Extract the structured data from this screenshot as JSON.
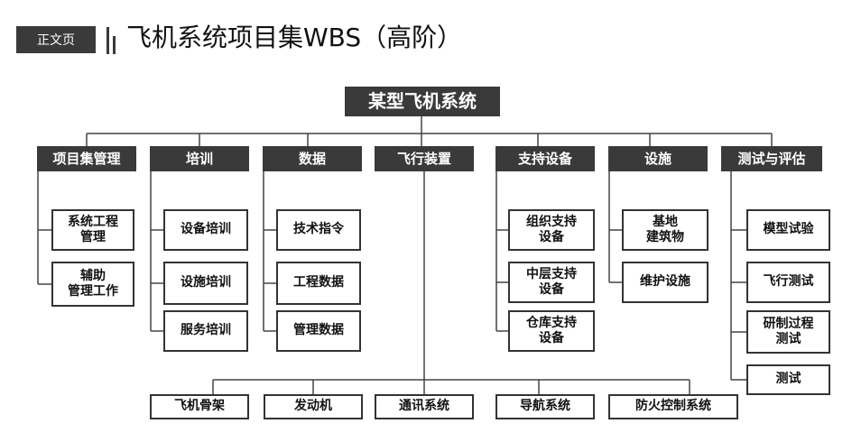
{
  "header": {
    "tag": "正文页",
    "title": "飞机系统项目集WBS（高阶）"
  },
  "root": "某型飞机系统",
  "categories": [
    "项目集管理",
    "培训",
    "数据",
    "飞行装置",
    "支持设备",
    "设施",
    "测试与评估"
  ],
  "items": {
    "project_mgmt": [
      "系统工程\n管理",
      "辅助\n管理工作"
    ],
    "training": [
      "设备培训",
      "设施培训",
      "服务培训"
    ],
    "data": [
      "技术指令",
      "工程数据",
      "管理数据"
    ],
    "support": [
      "组织支持\n设备",
      "中层支持\n设备",
      "仓库支持\n设备"
    ],
    "facilities": [
      "基地\n建筑物",
      "维护设施"
    ],
    "test_eval": [
      "模型试验",
      "飞行测试",
      "研制过程\n测试",
      "测试"
    ],
    "air_vehicle": [
      "飞机骨架",
      "发动机",
      "通讯系统",
      "导航系统",
      "防火控制系统"
    ]
  }
}
